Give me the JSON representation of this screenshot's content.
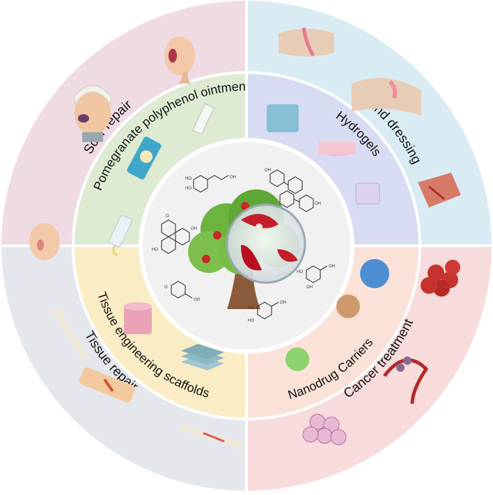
{
  "outer_ring": {
    "scar": "Scar repair",
    "wound": "Wound dressing",
    "cancer": "Cancer treatment",
    "tissue": "Tissue repair"
  },
  "inner_ring": {
    "ointment": "Pomegranate polyphenol ointment",
    "hydrogels": "Hydrogels",
    "nanodrug": "Nanodrug Carriers",
    "scaffolds": "Tissue engineering scaffolds"
  },
  "chem_atom_labels": {
    "o": "O",
    "oh": "OH",
    "ho": "HO"
  },
  "colors": {
    "scar_outer": "#efdbe4",
    "wound_outer": "#d9ecf3",
    "cancer_outer": "#f8dcdc",
    "tissue_outer": "#e4e8ec",
    "ointment_inner": "#dcebd2",
    "hydrogels_inner": "#d8dcf2",
    "nanodrug_inner": "#fbe2d8",
    "scaffolds_inner": "#faecc4",
    "center": "#f1f1f1",
    "divider": "#ffffff"
  }
}
